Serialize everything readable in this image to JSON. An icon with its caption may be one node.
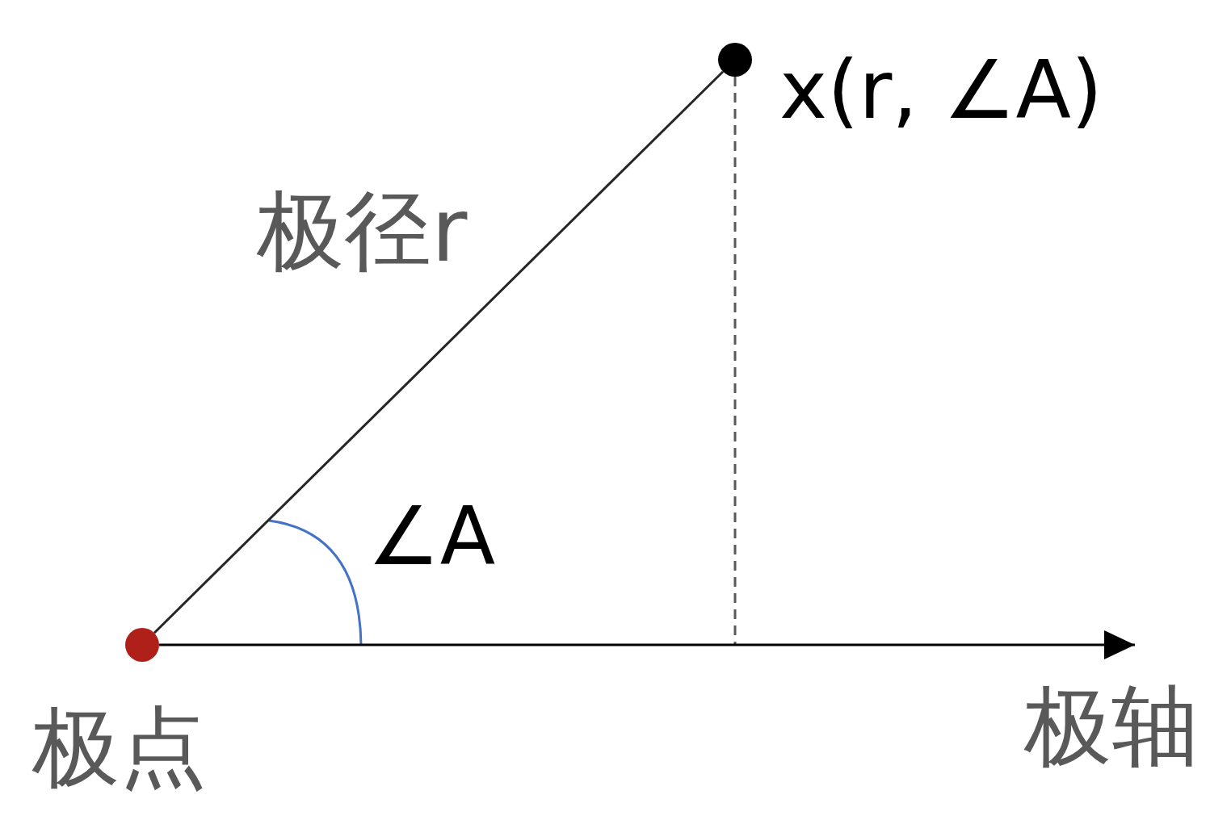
{
  "diagram": {
    "nodes": [
      {
        "text": [],
        "shape": "circle",
        "beside": [
          "极点"
        ]
      },
      {
        "text": [],
        "shape": "circle",
        "beside": [
          "x(r, ∠A)"
        ]
      }
    ],
    "edges": [
      {
        "from": 0,
        "to": 1,
        "arrow": "none",
        "label": "极径r"
      },
      {
        "from": 1,
        "to": null,
        "arrow": "none",
        "style": "dashed",
        "color": "#595959"
      },
      {
        "from": 0,
        "to": null,
        "arrow": "to",
        "label": "极轴"
      }
    ],
    "labels": [
      "∠A"
    ]
  }
}
